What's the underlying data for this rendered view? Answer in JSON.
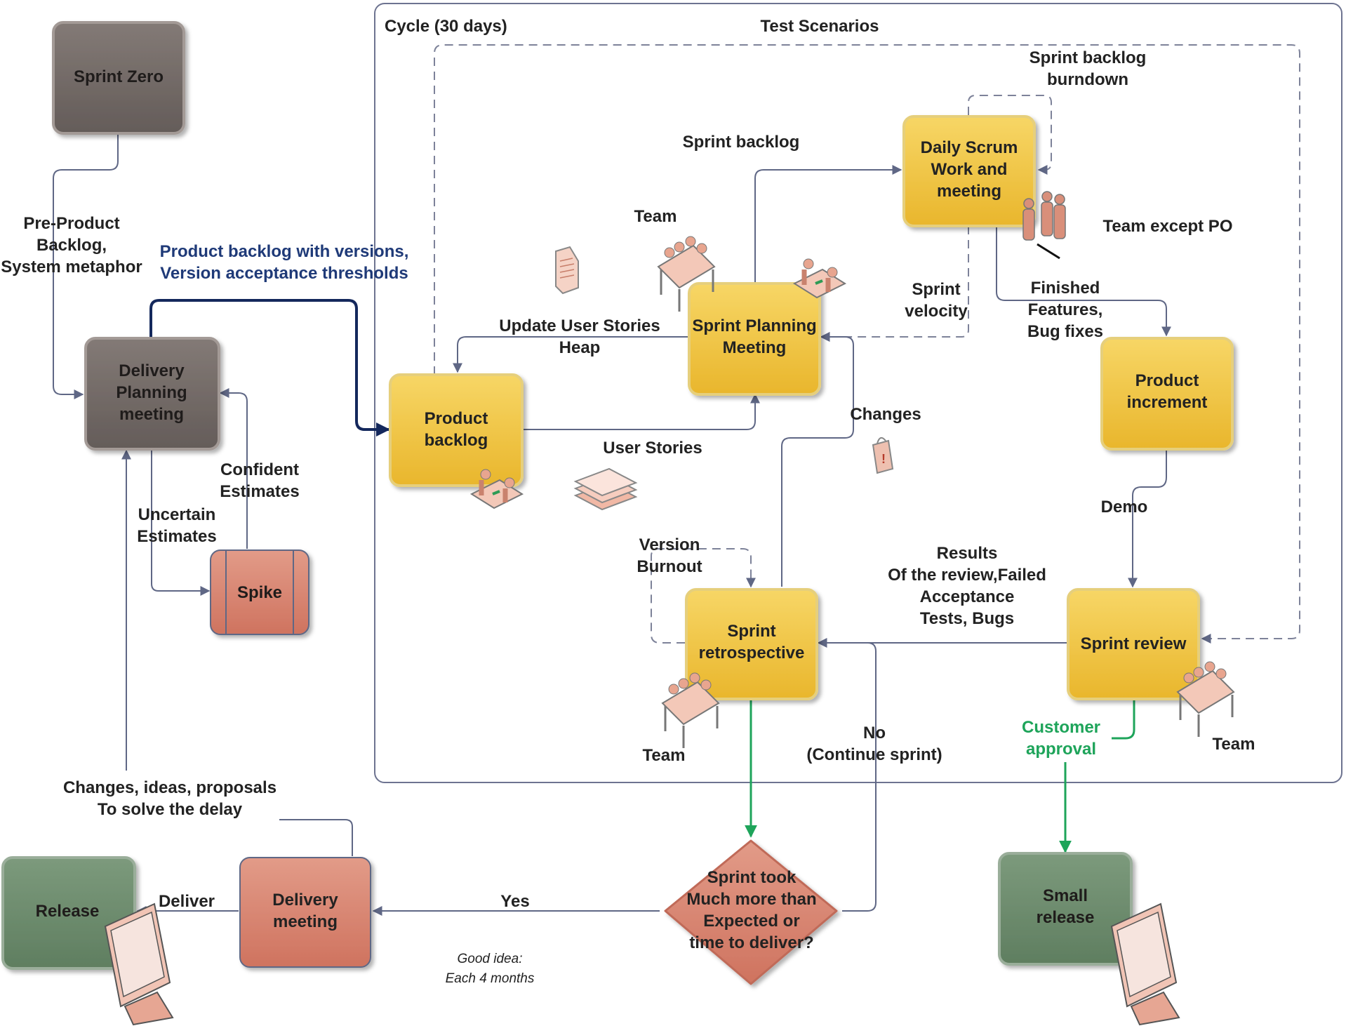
{
  "cycle": {
    "title": "Cycle (30 days)",
    "test_scenarios": "Test Scenarios"
  },
  "nodes": {
    "sprint_zero": "Sprint Zero",
    "delivery_planning": [
      "Delivery",
      "Planning",
      "meeting"
    ],
    "spike": "Spike",
    "product_backlog": [
      "Product",
      "backlog"
    ],
    "sprint_planning": [
      "Sprint Planning",
      "Meeting"
    ],
    "daily_scrum": [
      "Daily Scrum",
      "Work and",
      "meeting"
    ],
    "product_increment": [
      "Product",
      "increment"
    ],
    "sprint_review": "Sprint review",
    "sprint_retrospective": [
      "Sprint",
      "retrospective"
    ],
    "decision": [
      "Sprint took",
      "Much more than",
      "Expected or",
      "time to deliver?"
    ],
    "delivery_meeting": [
      "Delivery",
      "meeting"
    ],
    "release": "Release",
    "small_release": [
      "Small",
      "release"
    ]
  },
  "labels": {
    "pre_product": [
      "Pre-Product",
      "Backlog,",
      "System metaphor"
    ],
    "product_backlog_versions": [
      "Product backlog with versions,",
      "Version acceptance thresholds"
    ],
    "confident": [
      "Confident",
      "Estimates"
    ],
    "uncertain": [
      "Uncertain",
      "Estimates"
    ],
    "sprint_backlog": "Sprint backlog",
    "team_planning": "Team",
    "update_user_stories": [
      "Update User Stories",
      "Heap"
    ],
    "user_stories": "User Stories",
    "burndown": [
      "Sprint backlog",
      "burndown"
    ],
    "team_except_po": "Team except PO",
    "sprint_velocity": [
      "Sprint",
      "velocity"
    ],
    "finished": [
      "Finished",
      "Features,",
      "Bug fixes"
    ],
    "changes": "Changes",
    "demo": "Demo",
    "results": [
      "Results",
      "Of the review,Failed",
      "Acceptance",
      "Tests, Bugs"
    ],
    "version_burnout": [
      "Version",
      "Burnout"
    ],
    "team_retro": "Team",
    "team_review": "Team",
    "no_continue": [
      "No",
      "(Continue sprint)"
    ],
    "customer_approval": [
      "Customer",
      "approval"
    ],
    "changes_ideas": [
      "Changes, ideas, proposals",
      "To solve the delay"
    ],
    "deliver": "Deliver",
    "yes": "Yes",
    "good_idea": [
      "Good idea:",
      "Each 4 months"
    ]
  },
  "colors": {
    "gray_box": "#6e6562",
    "yellow_box": "#f1c232",
    "salmon_box": "#d9826f",
    "green_box": "#6b8a6b",
    "edge": "#5f6785",
    "dark_blue_edge": "#14285c",
    "green_edge": "#1ea45a"
  }
}
